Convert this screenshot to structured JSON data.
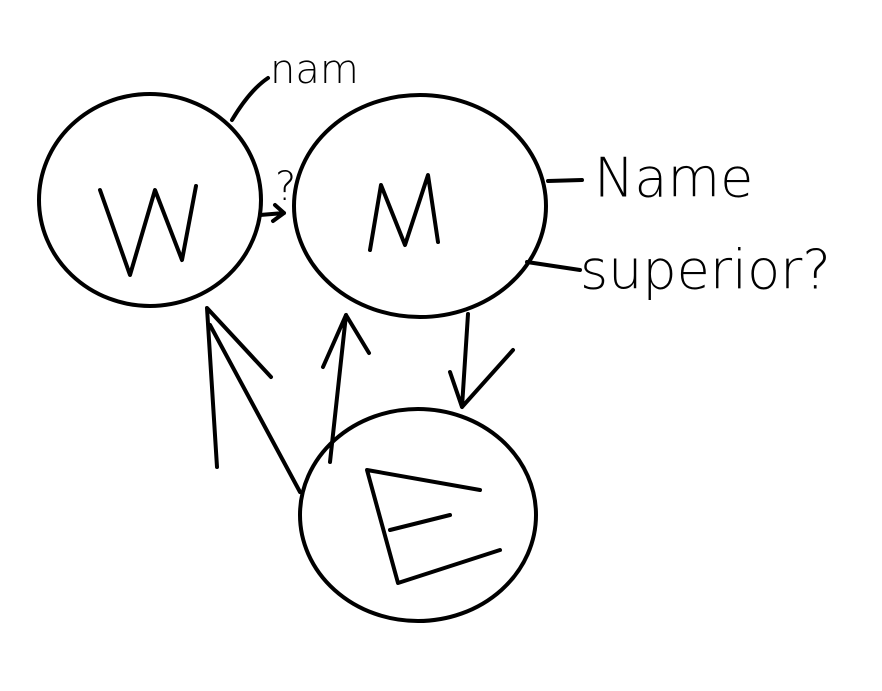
{
  "diagram": {
    "ink_color": "#000000",
    "background": "#ffffff",
    "nodes": {
      "w": {
        "letter": "W"
      },
      "m": {
        "letter": "M"
      },
      "e": {
        "letter": "E"
      }
    },
    "attributes": {
      "w_nam": "nam",
      "m_name": "Name",
      "m_superior": "superior?"
    },
    "edge_labels": {
      "w_to_m_question": "?"
    }
  }
}
